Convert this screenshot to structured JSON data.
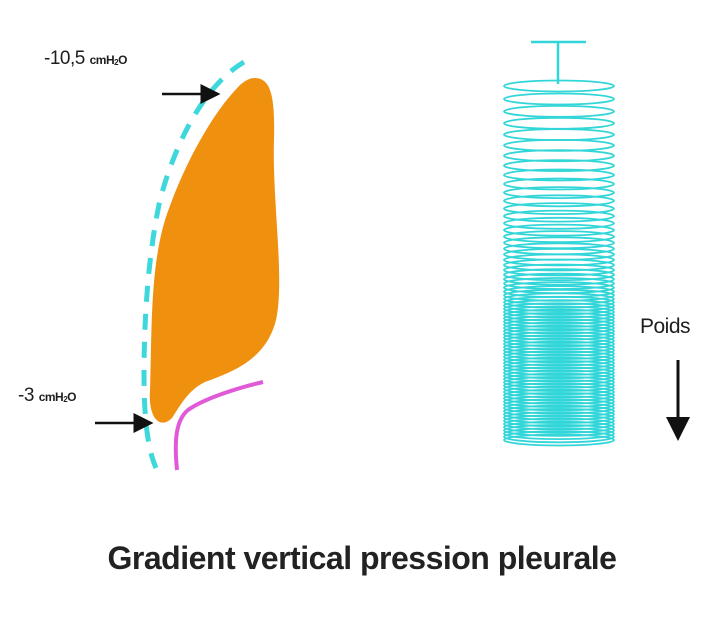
{
  "title": "Gradient vertical pression pleurale",
  "labels": {
    "top_pressure_value": "-10,5",
    "bottom_pressure_value": "-3",
    "unit_prefix": "cmH",
    "unit_subscript": "2",
    "unit_suffix": "O",
    "weight": "Poids"
  },
  "colors": {
    "lung": "#F0900F",
    "pleura": "#3ED8DC",
    "diaphragm": "#E05AD8",
    "spring": "#33D6D8",
    "arrow": "#111111"
  },
  "icons": {
    "weight_arrow": "down-arrow-icon",
    "pressure_arrows": "right-arrow-icon"
  }
}
